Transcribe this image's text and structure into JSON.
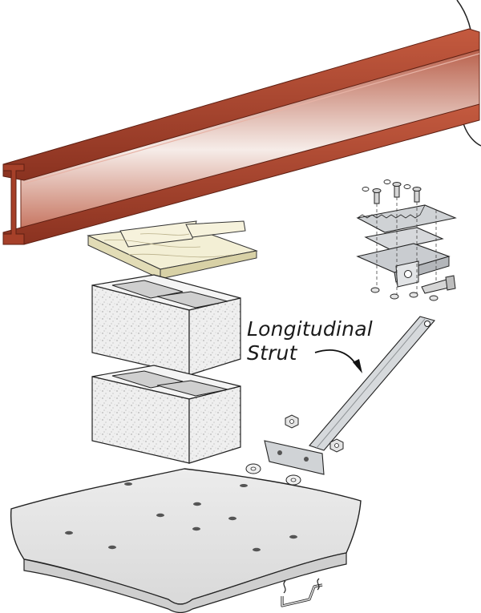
{
  "labels": {
    "strut_line1": "Longitudinal",
    "strut_line2": "Strut"
  },
  "colors": {
    "i_beam": "#b04a32",
    "i_beam_dark": "#7f2a19",
    "wood_shim": "#f2eed2",
    "concrete_block": "#eeeeee",
    "pad": "#e6e6e6",
    "metal": "#cdd0d3",
    "outline": "#2a2a2a"
  },
  "parts": [
    "i-beam",
    "wood-shims",
    "concrete-block-upper",
    "concrete-block-lower",
    "footing-pad",
    "longitudinal-strut",
    "bracket-hardware",
    "ground-anchor-clip"
  ]
}
